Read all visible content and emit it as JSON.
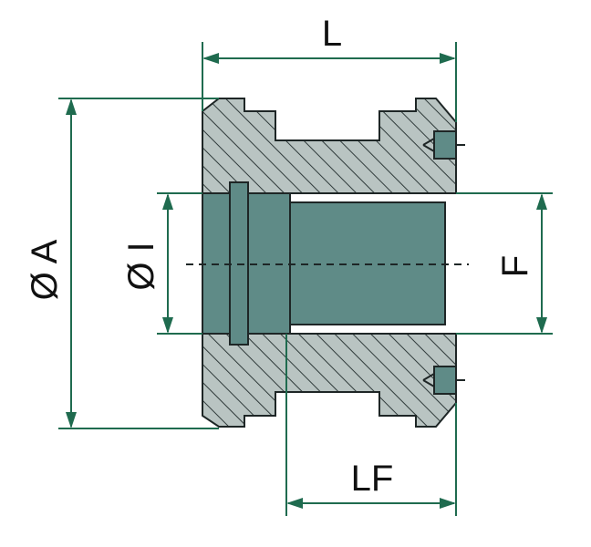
{
  "labels": {
    "length": "L",
    "outer_diameter": "Ø A",
    "inner_diameter": "Ø I",
    "thread": "F",
    "thread_length": "LF"
  },
  "colors": {
    "hatch_fill": "#b9c4c2",
    "hatch_line": "#2f3a3a",
    "bore_fill": "#5f8b87",
    "outline": "#1e2626",
    "dimension_line": "#1f6b4f",
    "centerline": "#1e2626"
  },
  "icons": {
    "sensor_top": "sensor-plug-icon",
    "sensor_bottom": "sensor-plug-icon"
  }
}
